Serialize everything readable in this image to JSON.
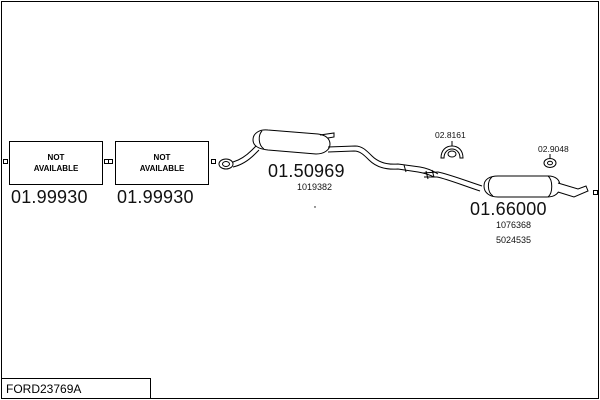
{
  "diagram_code": "FORD23769A",
  "parts": [
    {
      "id": "part-1",
      "line1": "NOT",
      "line2": "AVAILABLE",
      "number": "01.99930"
    },
    {
      "id": "part-2",
      "line1": "NOT",
      "line2": "AVAILABLE",
      "number": "01.99930"
    },
    {
      "id": "part-3",
      "number": "01.50969",
      "oem": "1019382"
    },
    {
      "id": "part-4",
      "number": "01.66000",
      "oem1": "1076368",
      "oem2": "5024535"
    },
    {
      "id": "clamp-1",
      "number": "02.8161"
    },
    {
      "id": "clamp-2",
      "number": "02.9048"
    }
  ]
}
